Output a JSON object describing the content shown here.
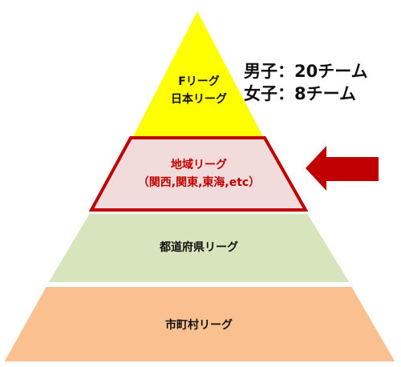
{
  "tiers": [
    {
      "id": "top",
      "lines": [
        "Fリーグ",
        "日本リーグ"
      ],
      "fill": "#ffff00",
      "text_color": "#111111"
    },
    {
      "id": "regional",
      "lines": [
        "地域リーグ",
        "（関西,関東,東海,etc）"
      ],
      "fill": "#f2dcdb",
      "stroke": "#c00000",
      "text_color": "#c00000",
      "highlighted": true
    },
    {
      "id": "prefectural",
      "lines": [
        "都道府県リーグ"
      ],
      "fill": "#d8e4bc",
      "text_color": "#111111"
    },
    {
      "id": "municipal",
      "lines": [
        "市町村リーグ"
      ],
      "fill": "#fac090",
      "text_color": "#111111"
    }
  ],
  "note": {
    "lines": [
      "男子：20チーム",
      "女子：8チーム"
    ]
  },
  "arrow": {
    "color": "#c00000",
    "points_to": "regional"
  }
}
